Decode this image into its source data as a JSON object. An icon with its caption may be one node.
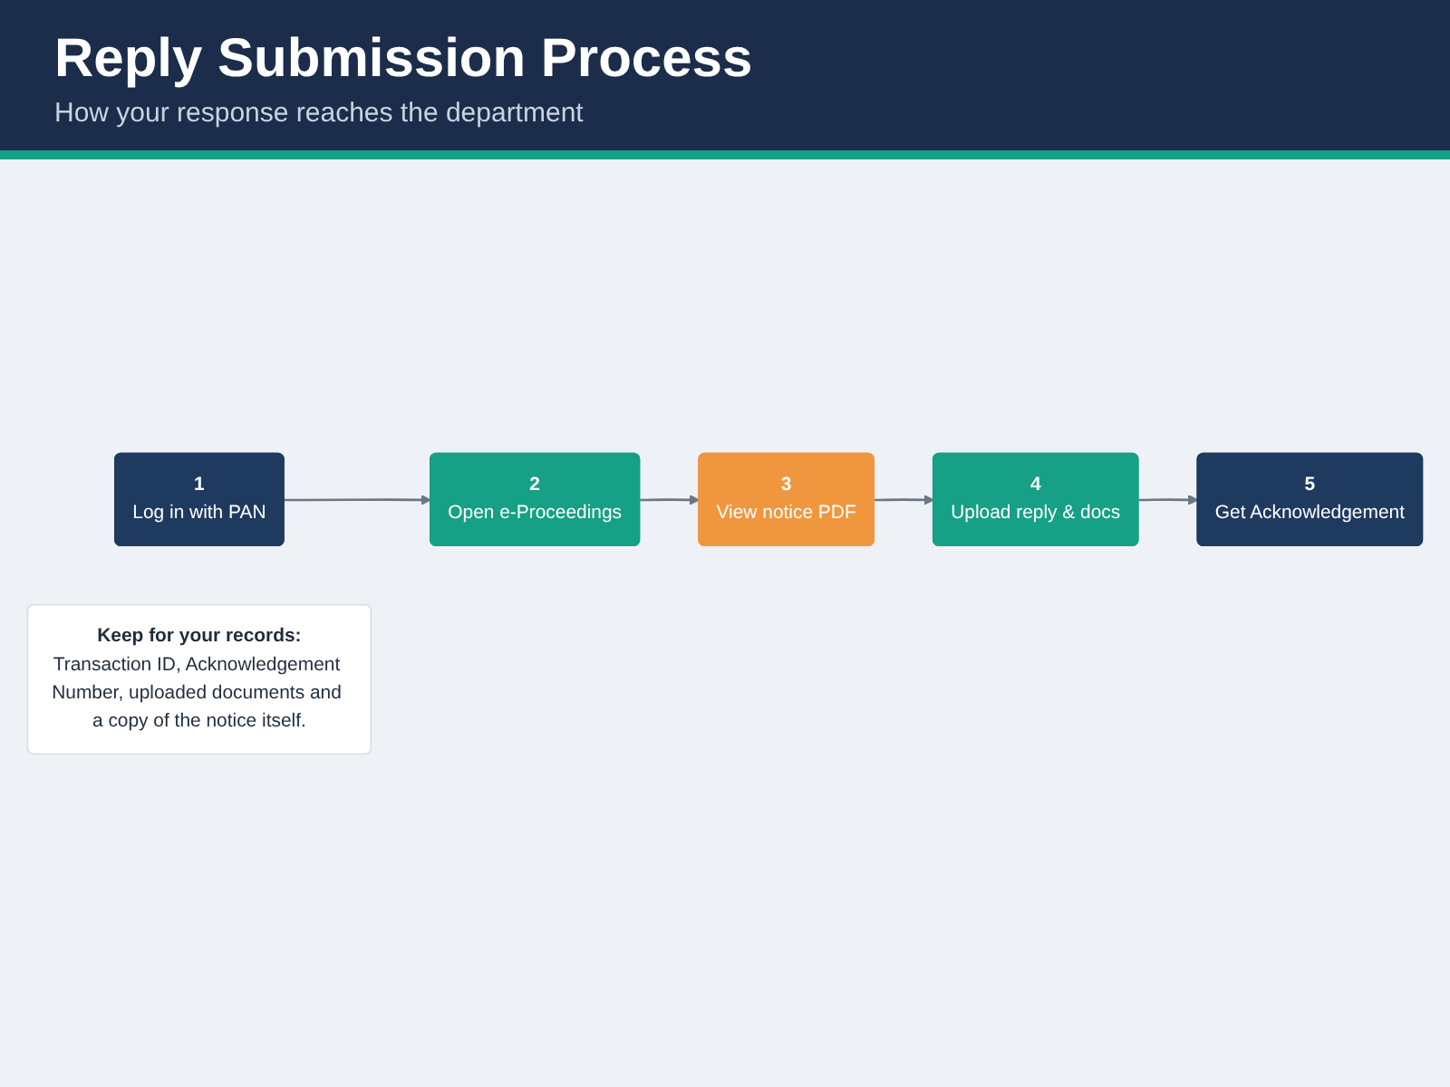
{
  "diagram": {
    "title": "Reply Submission Process",
    "caption": "How your response reaches the department",
    "nodes": [
      {
        "text": [
          "1",
          "Log in with PAN"
        ]
      },
      {
        "text": [
          "2",
          "Open e-Proceedings"
        ]
      },
      {
        "text": [
          "3",
          "View notice PDF"
        ]
      },
      {
        "text": [
          "4",
          "Upload reply & docs"
        ]
      },
      {
        "text": [
          "5",
          "Get Acknowledgement"
        ]
      },
      {
        "text": [
          "Keep for your records:",
          "Transaction ID, Acknowledgement Number, uploaded documents and a copy of the notice itself."
        ]
      }
    ],
    "edges": [
      {
        "from": 0,
        "to": 1,
        "arrow": "to"
      },
      {
        "from": 1,
        "to": 2,
        "arrow": "to"
      },
      {
        "from": 2,
        "to": 3,
        "arrow": "to"
      },
      {
        "from": 3,
        "to": 4,
        "arrow": "to"
      }
    ]
  }
}
